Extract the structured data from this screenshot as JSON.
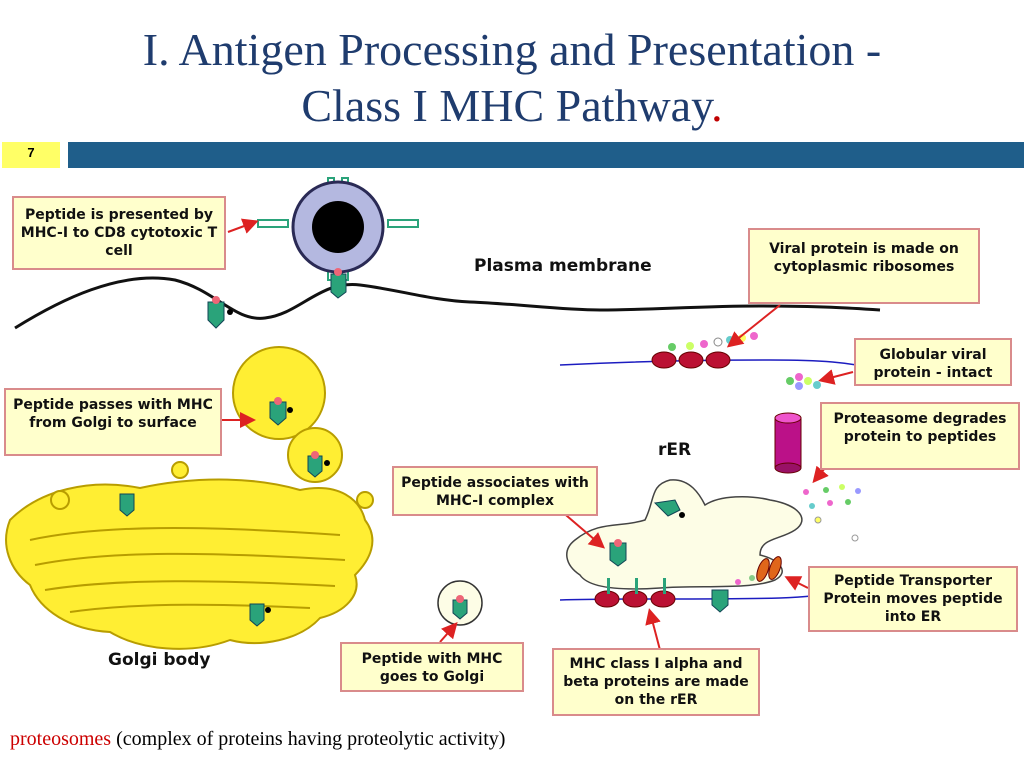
{
  "title": {
    "line1": "I. Antigen Processing and Presentation -",
    "line2": "Class I MHC Pathway",
    "dot": "."
  },
  "slide_number": "7",
  "labels": {
    "plasma_membrane": "Plasma membrane",
    "rer": "rER",
    "golgi": "Golgi body"
  },
  "callouts": {
    "presented": "Peptide is presented by MHC-I to CD8 cytotoxic T cell",
    "viral_protein": "Viral protein is made on cytoplasmic ribosomes",
    "globular": "Globular viral protein - intact",
    "proteasome": "Proteasome degrades protein to peptides",
    "passes_golgi": "Peptide passes with MHC from Golgi to surface",
    "associates": "Peptide associates with MHC-I complex",
    "transporter": "Peptide Transporter Protein moves peptide into ER",
    "to_golgi": "Peptide with MHC goes to Golgi",
    "mhc_made": "MHC class I alpha and beta proteins are made on the rER"
  },
  "footer": {
    "term": "proteosomes",
    "definition": "(complex of proteins having proteolytic activity)"
  },
  "colors": {
    "title": "#1f3c6e",
    "bar": "#1f5e8a",
    "callout_fill": "#ffffcc",
    "callout_border": "#d98b8b",
    "golgi": "#ffee33",
    "er": "#fdfde6",
    "mhc": "#2aa37a",
    "proteasome": "#bb1188"
  }
}
